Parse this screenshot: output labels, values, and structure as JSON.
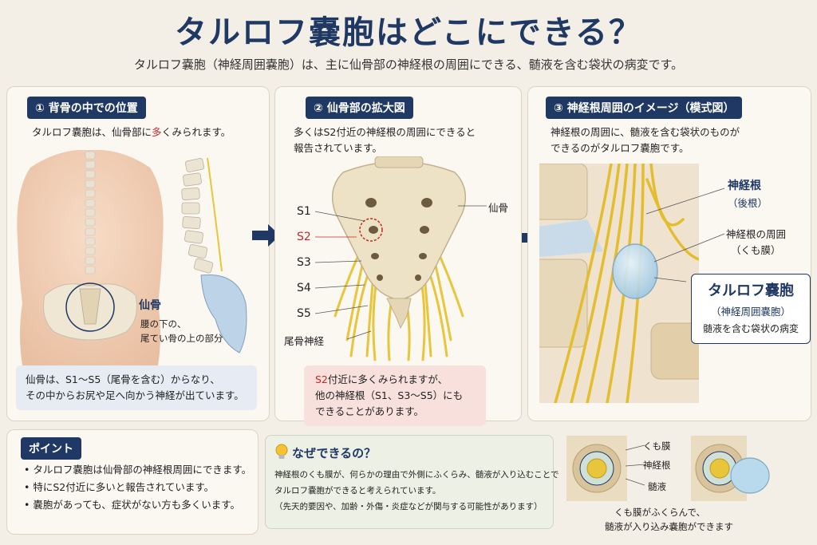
{
  "header": {
    "title": "タルロフ嚢胞はどこにできる？",
    "subtitle": "タルロフ嚢胞（神経周囲嚢胞）は、主に仙骨部の神経根の周囲にできる、髄液を含む袋状の病変です。"
  },
  "panel1": {
    "heading": "① 背骨の中での位置",
    "desc_pre": "タルロフ嚢胞は、仙骨部に",
    "desc_highlight": "多",
    "desc_post": "くみられます。",
    "sacrum_label": "仙骨",
    "sacrum_note_1": "腰の下の、",
    "sacrum_note_2": "尾てい骨の上の部分",
    "callout_1": "仙骨は、S1〜S5（尾骨を含む）からなり、",
    "callout_2": "その中からお尻や足へ向かう神経が出ています。"
  },
  "panel2": {
    "heading": "② 仙骨部の拡大図",
    "desc_1": "多くはS2付近の神経根の周囲にできると",
    "desc_2": "報告されています。",
    "levels": [
      "S1",
      "S2",
      "S3",
      "S4",
      "S5"
    ],
    "coccyx_label": "尾骨神経",
    "sacrum_label": "仙骨",
    "callout_s2": "S2",
    "callout_1_rest": "付近に多くみられますが、",
    "callout_2": "他の神経根（S1、S3〜S5）にも",
    "callout_3": "できることがあります。"
  },
  "panel3": {
    "heading": "③ 神経根周囲のイメージ（模式図）",
    "desc_1": "神経根の周囲に、髄液を含む袋状のものが",
    "desc_2": "できるのがタルロフ嚢胞です。",
    "root_label": "神経根",
    "root_sub": "（後根）",
    "around_label": "神経根の周囲",
    "around_sub": "（くも膜）",
    "cyst_title": "タルロフ嚢胞",
    "cyst_sub": "（神経周囲嚢胞）",
    "cyst_desc": "髄液を含む袋状の病変"
  },
  "points": {
    "heading": "ポイント",
    "items": [
      "タルロフ嚢胞は仙骨部の神経根周囲にできます。",
      "特にS2付近に多いと報告されています。",
      "嚢胞があっても、症状がない方も多くいます。"
    ]
  },
  "why": {
    "heading": "なぜできるの？",
    "line_1": "神経根のくも膜が、何らかの理由で外側にふくらみ、髄液が入り込むことで",
    "line_2": "タルロフ嚢胞ができると考えられています。",
    "line_3": "（先天的要因や、加齢・外傷・炎症などが関与する可能性があります）"
  },
  "cross_section": {
    "arachnoid": "くも膜",
    "root": "神経根",
    "csf": "髄液",
    "caption_1": "くも膜がふくらんで、",
    "caption_2": "髄液が入り込み嚢胞ができます"
  },
  "colors": {
    "navy": "#1f3864",
    "red": "#c62828",
    "nerve": "#e8c53a",
    "cyst": "#b9d9ec"
  }
}
